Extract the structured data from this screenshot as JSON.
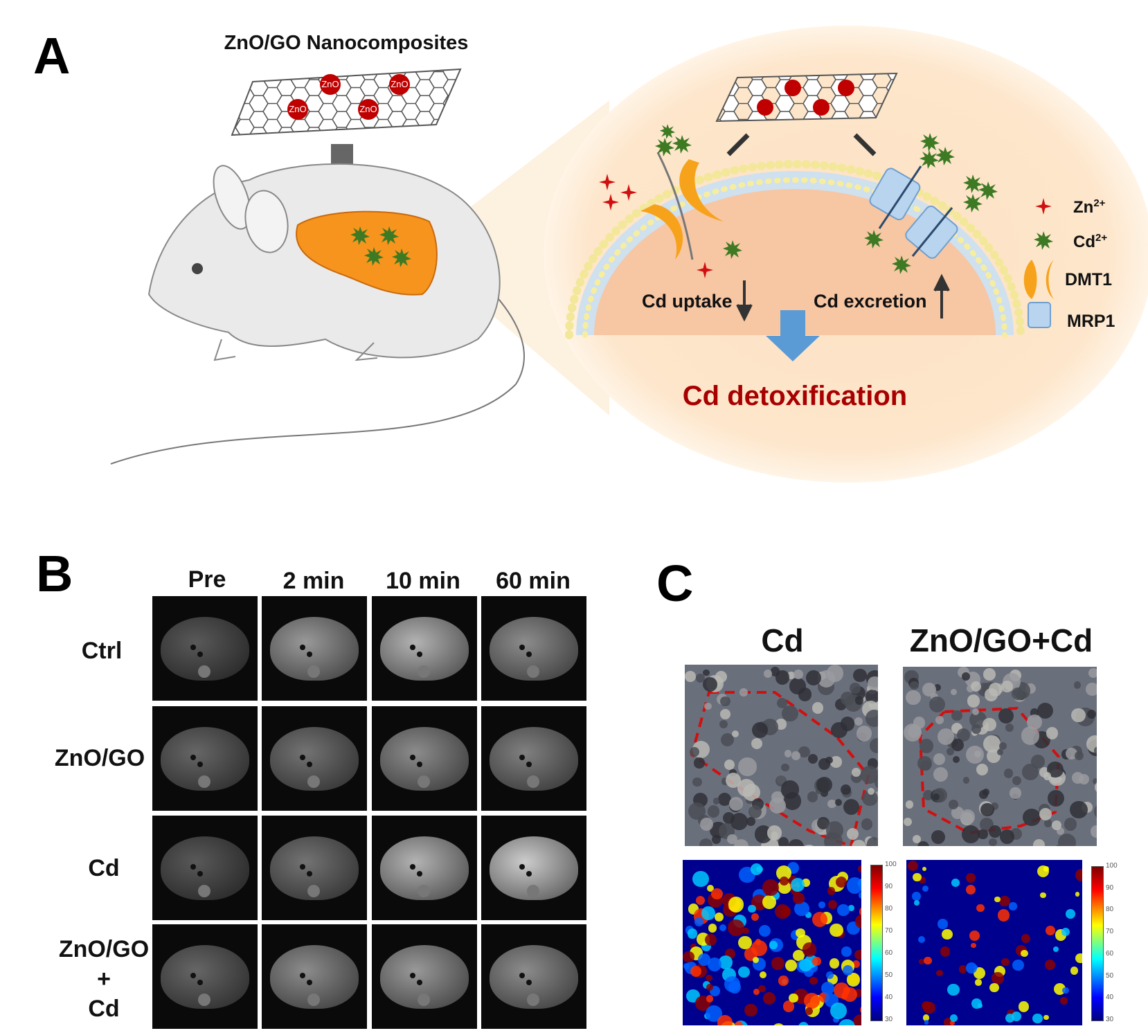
{
  "panel_labels": {
    "a": "A",
    "b": "B",
    "c": "C"
  },
  "panel_a": {
    "title": "ZnO/GO Nanocomposites",
    "particle_label": "ZnO",
    "cd_uptake": "Cd uptake",
    "cd_excretion": "Cd excretion",
    "outcome": "Cd detoxification",
    "legend": [
      {
        "base": "Zn",
        "sup": "2+",
        "icon": "red-star-icon"
      },
      {
        "base": "Cd",
        "sup": "2+",
        "icon": "green-burst-icon"
      },
      {
        "base": "DMT1",
        "sup": "",
        "icon": "dmt1-transporter-icon"
      },
      {
        "base": "MRP1",
        "sup": "",
        "icon": "mrp1-transporter-icon"
      }
    ],
    "colors": {
      "outcome": "#a80000",
      "zno": "#c00000",
      "cd": "#3d7a23",
      "dmt1": "#f7a21b",
      "mrp1": "#9cc3e6",
      "arrow_blue": "#5b9bd5"
    }
  },
  "panel_b": {
    "columns": [
      "Pre",
      "2 min",
      "10 min",
      "60 min"
    ],
    "rows": [
      {
        "lines": [
          "Ctrl"
        ]
      },
      {
        "lines": [
          "ZnO/GO"
        ]
      },
      {
        "lines": [
          "Cd"
        ]
      },
      {
        "lines": [
          "ZnO/GO",
          "+",
          "Cd"
        ]
      }
    ]
  },
  "panel_c": {
    "titles": [
      "Cd",
      "ZnO/GO+Cd"
    ],
    "colorbar_ticks": [
      "100",
      "90",
      "80",
      "70",
      "60",
      "50",
      "40",
      "30"
    ]
  }
}
